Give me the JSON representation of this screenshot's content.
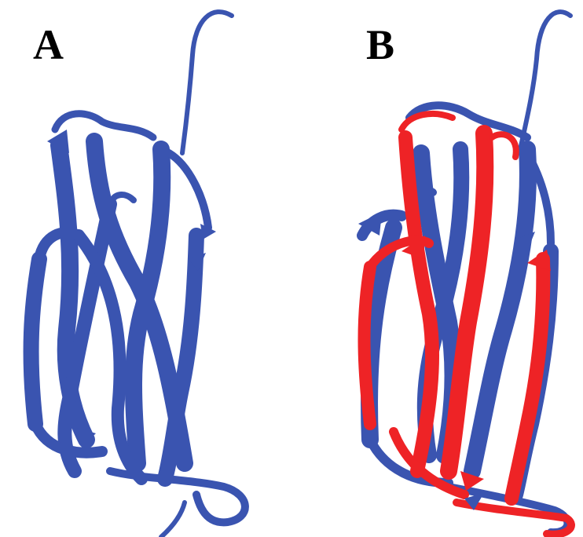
{
  "panels": [
    {
      "label": "A",
      "structures": [
        "blue"
      ]
    },
    {
      "label": "B",
      "structures": [
        "blue",
        "red"
      ]
    }
  ],
  "colors": {
    "background": "#ffffff",
    "structure_1": "#3a54b0",
    "structure_2": "#ee2326",
    "label": "#000000"
  }
}
